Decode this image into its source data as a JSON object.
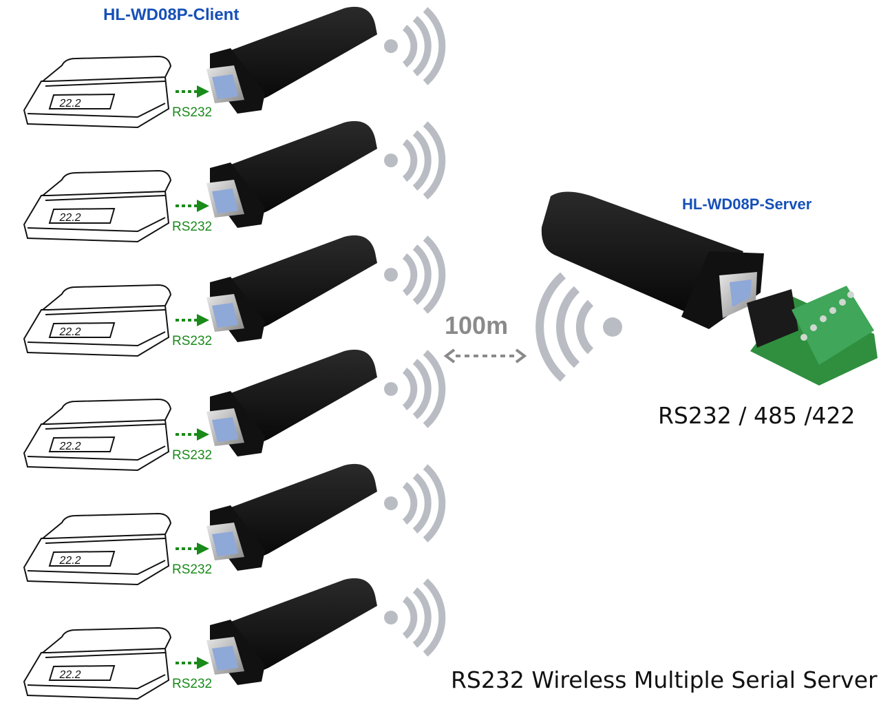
{
  "client_title": "HL-WD08P-Client",
  "server_title": "HL-WD08P-Server",
  "distance_label": "100m",
  "server_interfaces": "RS232 / 485 /422",
  "footer_title": "RS232 Wireless Multiple Serial Server",
  "clients": [
    {
      "scale_display": "22.2",
      "link_label": "RS232"
    },
    {
      "scale_display": "22.2",
      "link_label": "RS232"
    },
    {
      "scale_display": "22.2",
      "link_label": "RS232"
    },
    {
      "scale_display": "22.2",
      "link_label": "RS232"
    },
    {
      "scale_display": "22.2",
      "link_label": "RS232"
    },
    {
      "scale_display": "22.2",
      "link_label": "RS232"
    }
  ],
  "colors": {
    "title_blue": "#1650b8",
    "link_green": "#1a8a1a",
    "wifi_gray": "#b9bdc3",
    "terminal_green": "#3fa65a"
  },
  "icons": [
    "weighing-scale-icon",
    "wifi-signal-icon",
    "arrow-right-icon",
    "double-arrow-icon"
  ]
}
